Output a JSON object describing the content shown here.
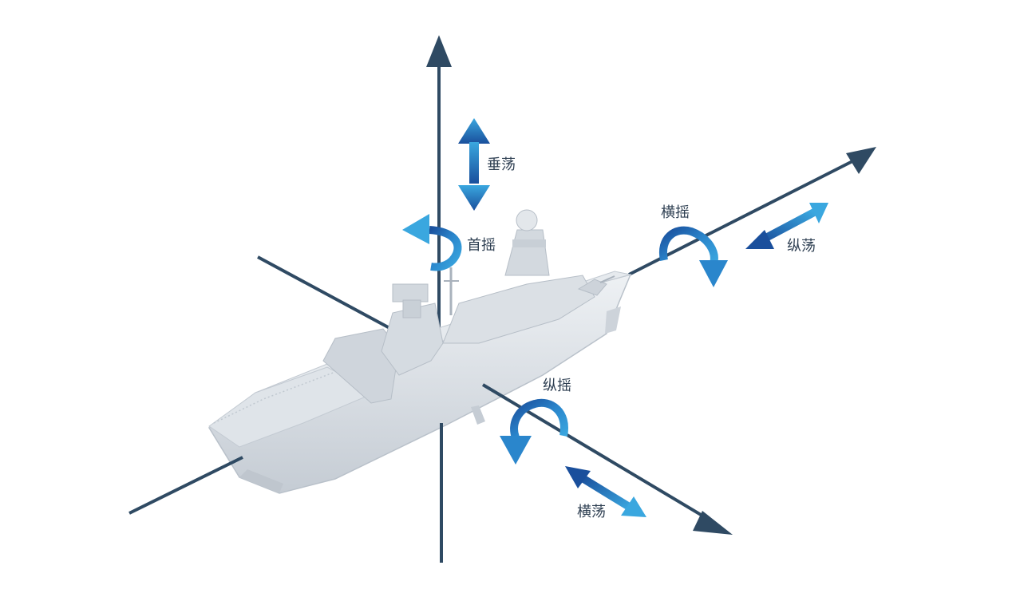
{
  "labels": {
    "heave": "垂荡",
    "yaw": "首摇",
    "roll": "横摇",
    "surge": "纵荡",
    "pitch": "纵摇",
    "sway": "横荡"
  },
  "icons": {
    "heave": "double-vertical-arrow-icon",
    "yaw": "curved-rotation-arrow-icon",
    "roll": "curved-rotation-arrow-icon",
    "surge": "double-diagonal-arrow-icon",
    "pitch": "curved-rotation-arrow-icon",
    "sway": "double-diagonal-arrow-icon"
  },
  "colors": {
    "axis": "#2f4a63",
    "arrow_light": "#3aa7df",
    "arrow_dark": "#1a4f9c",
    "ship_hull": "#d8dde3",
    "ship_shadow": "#b9c1ca",
    "label_text": "#2e3f52"
  }
}
